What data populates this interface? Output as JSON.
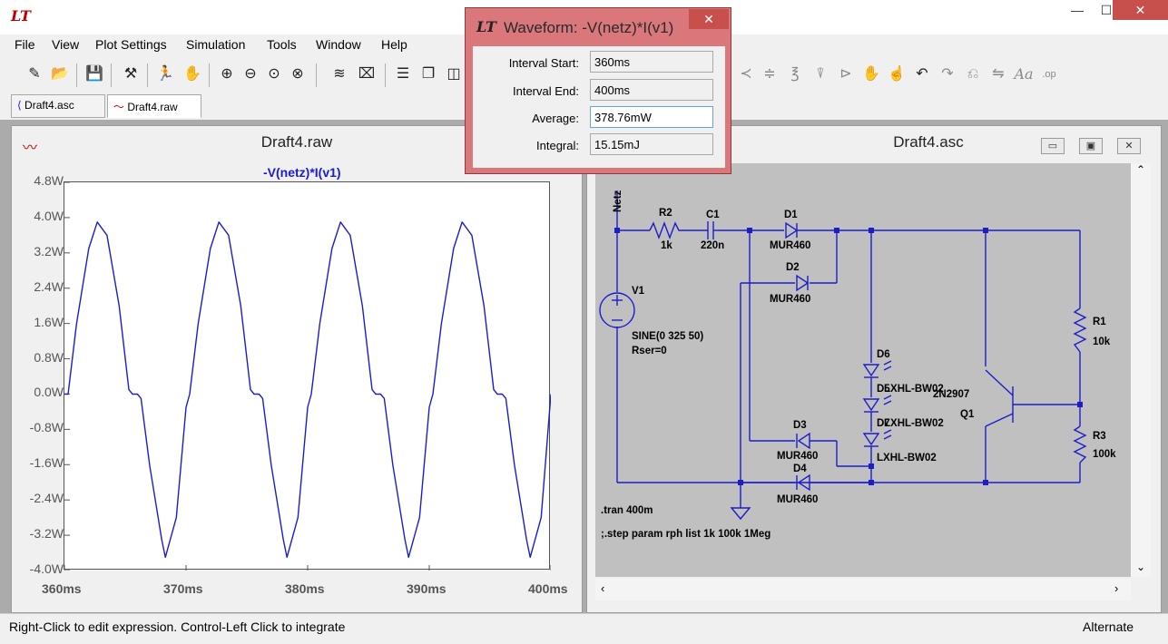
{
  "app": {
    "logo": "LT",
    "window_controls": {
      "minimize": "—",
      "maximize": "☐",
      "close": "✕"
    }
  },
  "menu": [
    {
      "label": "File"
    },
    {
      "label": "View"
    },
    {
      "label": "Plot Settings"
    },
    {
      "label": "Simulation"
    },
    {
      "label": "Tools"
    },
    {
      "label": "Window"
    },
    {
      "label": "Help"
    }
  ],
  "toolbar": {
    "icons": [
      "new-schematic-icon",
      "open-icon",
      "save-icon",
      "control-panel-icon",
      "run-icon",
      "halt-icon",
      "zoom-in-icon",
      "zoom-out-icon",
      "zoom-fit-icon",
      "zoom-cancel-icon",
      "autorange-icon",
      "markers-icon",
      "tile-horizontal-icon",
      "cascade-icon",
      "tile-vertical-icon"
    ],
    "faded_icons": [
      "diode-icon",
      "ground-icon",
      "inductor-icon",
      "led-icon",
      "component-icon",
      "move-icon",
      "drag-icon",
      "undo-icon",
      "redo-icon",
      "rotate-icon",
      "mirror-icon",
      "text-icon",
      "spice-directive-icon"
    ]
  },
  "tabs": [
    {
      "label": "Draft4.asc",
      "icon": "schematic-icon",
      "active": false
    },
    {
      "label": "Draft4.raw",
      "icon": "waveform-icon",
      "active": true
    }
  ],
  "plot_window": {
    "title": "Draft4.raw",
    "trace_name": "-V(netz)*I(v1)",
    "trace_color": "#1c1ccc"
  },
  "chart_data": {
    "type": "line",
    "title": "-V(netz)*I(v1)",
    "xlabel": "",
    "ylabel": "",
    "x_ticks": [
      "360ms",
      "370ms",
      "380ms",
      "390ms",
      "400ms"
    ],
    "y_ticks": [
      "4.8W",
      "4.0W",
      "3.2W",
      "2.4W",
      "1.6W",
      "0.8W",
      "0.0W",
      "-0.8W",
      "-1.6W",
      "-2.4W",
      "-3.2W",
      "-4.0W"
    ],
    "xlim": [
      360,
      400
    ],
    "ylim": [
      -4.0,
      4.8
    ],
    "grid": false,
    "series": [
      {
        "name": "-V(netz)*I(v1)",
        "color": "#1c1ccc",
        "x": [
          360.0,
          360.3,
          361.0,
          362.0,
          362.7,
          363.5,
          364.5,
          365.3,
          365.6,
          366.0,
          366.3,
          367.0,
          368.0,
          368.3,
          369.2,
          370.0,
          370.3,
          371.0,
          372.0,
          372.7,
          373.5,
          374.5,
          375.3,
          375.6,
          376.0,
          376.3,
          377.0,
          378.0,
          378.3,
          379.2,
          380.0,
          380.3,
          381.0,
          382.0,
          382.7,
          383.5,
          384.5,
          385.3,
          385.6,
          386.0,
          386.3,
          387.0,
          388.0,
          388.3,
          389.2,
          390.0,
          390.3,
          391.0,
          392.0,
          392.7,
          393.5,
          394.5,
          395.3,
          395.6,
          396.0,
          396.3,
          397.0,
          398.0,
          398.3,
          399.2,
          400.0
        ],
        "y": [
          0.0,
          0.0,
          1.6,
          3.3,
          3.9,
          3.6,
          2.0,
          0.1,
          0.0,
          0.0,
          -0.1,
          -1.6,
          -3.3,
          -3.7,
          -2.8,
          -0.3,
          0.0,
          1.6,
          3.3,
          3.9,
          3.6,
          2.0,
          0.1,
          0.0,
          0.0,
          -0.1,
          -1.6,
          -3.3,
          -3.7,
          -2.8,
          -0.3,
          0.0,
          1.6,
          3.3,
          3.9,
          3.6,
          2.0,
          0.1,
          0.0,
          0.0,
          -0.1,
          -1.6,
          -3.3,
          -3.7,
          -2.8,
          -0.3,
          0.0,
          1.6,
          3.3,
          3.9,
          3.6,
          2.0,
          0.1,
          0.0,
          0.0,
          -0.1,
          -1.6,
          -3.3,
          -3.7,
          -2.8,
          0.0
        ]
      }
    ]
  },
  "schematic_window": {
    "title": "Draft4.asc",
    "labels": {
      "netz": "Netz",
      "r2_name": "R2",
      "r2_value": "1k",
      "c1_name": "C1",
      "c1_value": "220n",
      "d1_name": "D1",
      "d1_model": "MUR460",
      "d2_name": "D2",
      "d2_model": "MUR460",
      "v1_name": "V1",
      "v1_value": "SINE(0 325 50)",
      "v1_rser": "Rser=0",
      "d6_name": "D6",
      "d5_name": "D5",
      "d7_name": "D7",
      "led_model_1": "LXHL-BW02",
      "led_model_2": "LXHL-BW02",
      "led_model_3": "LXHL-BW02",
      "d3_name": "D3",
      "d3_model": "MUR460",
      "d4_name": "D4",
      "d4_model": "MUR460",
      "q1_model": "2N2907",
      "q1_name": "Q1",
      "r1_name": "R1",
      "r1_value": "10k",
      "r3_name": "R3",
      "r3_value": "100k",
      "tran": ".tran 400m",
      "step": ";.step param rph list  1k 100k 1Meg"
    }
  },
  "dialog": {
    "title": "Waveform: -V(netz)*I(v1)",
    "fields": [
      {
        "label": "Interval Start:",
        "value": "360ms"
      },
      {
        "label": "Interval End:",
        "value": "400ms"
      },
      {
        "label": "Average:",
        "value": "378.76mW"
      },
      {
        "label": "Integral:",
        "value": "15.15mJ"
      }
    ]
  },
  "status": {
    "text": "Right-Click to edit expression. Control-Left Click to integrate",
    "right": "Alternate"
  }
}
